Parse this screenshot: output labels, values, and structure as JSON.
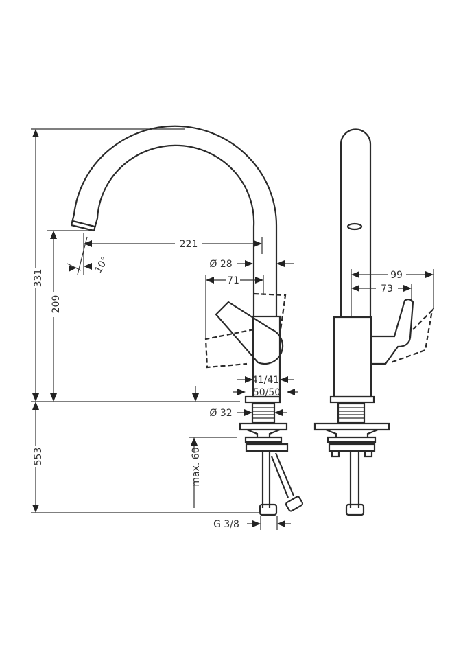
{
  "dimensions": {
    "total_height": "331",
    "spout_height": "209",
    "below_deck": "553",
    "reach": "221",
    "angle": "10°",
    "spout_diameter": "Ø 28",
    "lever_offset": "71",
    "body_width_1": "41/41",
    "body_width_2": "50/50",
    "thread_diameter": "Ø 32",
    "max_thickness": "max. 60",
    "connection": "G 3/8",
    "side_depth_total": "99",
    "side_depth_lever": "73"
  }
}
